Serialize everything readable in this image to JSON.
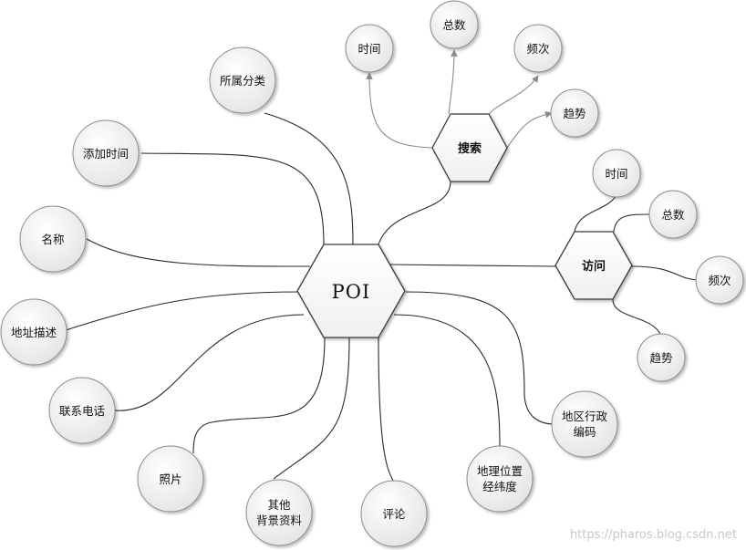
{
  "center": {
    "label": "POI"
  },
  "hubs": {
    "search": {
      "label": "搜索",
      "items": [
        "时间",
        "总数",
        "频次",
        "趋势"
      ]
    },
    "visit": {
      "label": "访问",
      "items": [
        "时间",
        "总数",
        "频次",
        "趋势"
      ]
    }
  },
  "attributes": {
    "category": "所属分类",
    "add_time": "添加时间",
    "name": "名称",
    "address": "地址描述",
    "phone": "联系电话",
    "photo": "照片",
    "other_line1": "其他",
    "other_line2": "背景资料",
    "comment": "评论",
    "geo_line1": "地理位置",
    "geo_line2": "经纬度",
    "region_line1": "地区行政",
    "region_line2": "编码"
  },
  "watermark": "https://pharos.blog.csdn.net"
}
